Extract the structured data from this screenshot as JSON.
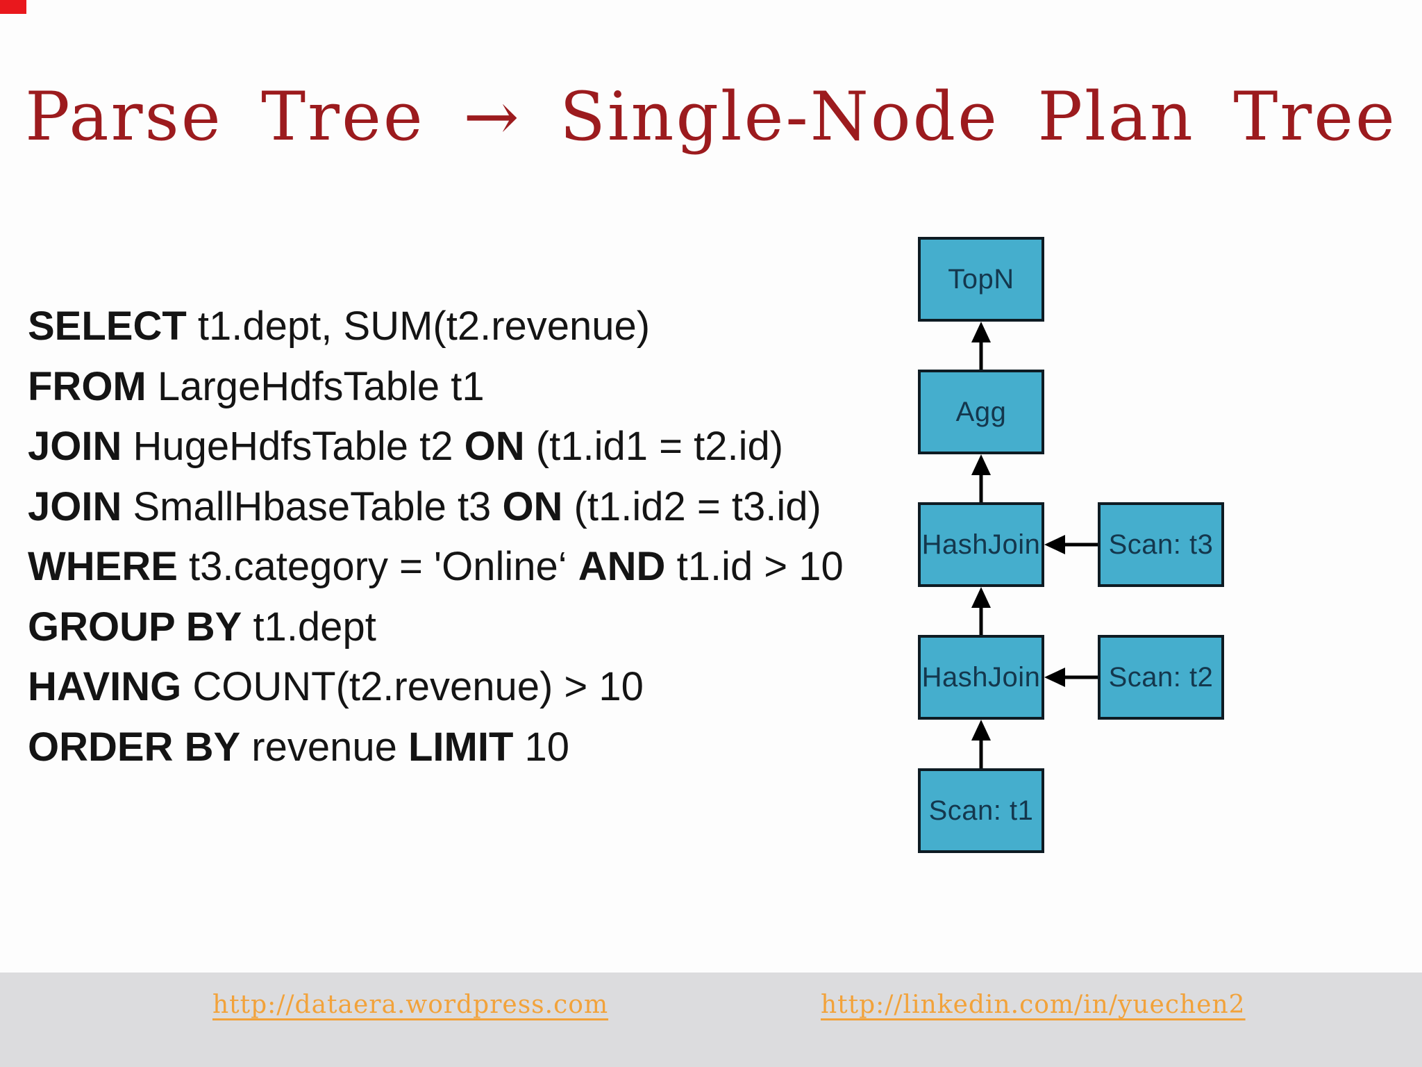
{
  "title": {
    "text": "Parse Tree → Single-Node Plan Tree"
  },
  "sql": {
    "lines": [
      [
        {
          "t": "SELECT",
          "b": true
        },
        {
          "t": " t1.dept, SUM(t2.revenue)",
          "b": false
        }
      ],
      [
        {
          "t": "FROM",
          "b": true
        },
        {
          "t": " LargeHdfsTable t1",
          "b": false
        }
      ],
      [
        {
          "t": "JOIN",
          "b": true
        },
        {
          "t": " HugeHdfsTable t2 ",
          "b": false
        },
        {
          "t": "ON",
          "b": true
        },
        {
          "t": " (t1.id1 = t2.id)",
          "b": false
        }
      ],
      [
        {
          "t": "JOIN",
          "b": true
        },
        {
          "t": " SmallHbaseTable t3 ",
          "b": false
        },
        {
          "t": "ON",
          "b": true
        },
        {
          "t": " (t1.id2 = t3.id)",
          "b": false
        }
      ],
      [
        {
          "t": "WHERE",
          "b": true
        },
        {
          "t": " t3.category = 'Online‘ ",
          "b": false
        },
        {
          "t": "AND",
          "b": true
        },
        {
          "t": " t1.id > 10",
          "b": false
        }
      ],
      [
        {
          "t": "GROUP BY",
          "b": true
        },
        {
          "t": " t1.dept",
          "b": false
        }
      ],
      [
        {
          "t": "HAVING",
          "b": true
        },
        {
          "t": " COUNT(t2.revenue) > 10",
          "b": false
        }
      ],
      [
        {
          "t": "ORDER BY",
          "b": true
        },
        {
          "t": " revenue ",
          "b": false
        },
        {
          "t": "LIMIT",
          "b": true
        },
        {
          "t": " 10",
          "b": false
        }
      ]
    ]
  },
  "diagram": {
    "nodes": [
      {
        "id": "topn",
        "label": "TopN"
      },
      {
        "id": "agg",
        "label": "Agg"
      },
      {
        "id": "hashjoin1",
        "label": "HashJoin"
      },
      {
        "id": "scan-t3",
        "label": "Scan: t3"
      },
      {
        "id": "hashjoin2",
        "label": "HashJoin"
      },
      {
        "id": "scan-t2",
        "label": "Scan: t2"
      },
      {
        "id": "scan-t1",
        "label": "Scan: t1"
      }
    ],
    "edges": [
      {
        "from": "agg",
        "to": "topn"
      },
      {
        "from": "hashjoin1",
        "to": "agg"
      },
      {
        "from": "hashjoin2",
        "to": "hashjoin1"
      },
      {
        "from": "scan-t1",
        "to": "hashjoin2"
      },
      {
        "from": "scan-t3",
        "to": "hashjoin1"
      },
      {
        "from": "scan-t2",
        "to": "hashjoin2"
      }
    ]
  },
  "footer": {
    "links": [
      {
        "id": "dataera",
        "text": "http://dataera.wordpress.com"
      },
      {
        "id": "linkedin",
        "text": "http://linkedin.com/in/yuechen2"
      }
    ]
  },
  "colors": {
    "title_red": "#9c1b1e",
    "sql_text": "#141414",
    "node_fill": "#45aecd",
    "node_border": "#0e1b23",
    "node_text": "#14374d",
    "arrow": "#000000",
    "footer_bg": "#dcdcde",
    "link_orange": "#f2a23a",
    "recording_indicator": "#e9181d"
  }
}
